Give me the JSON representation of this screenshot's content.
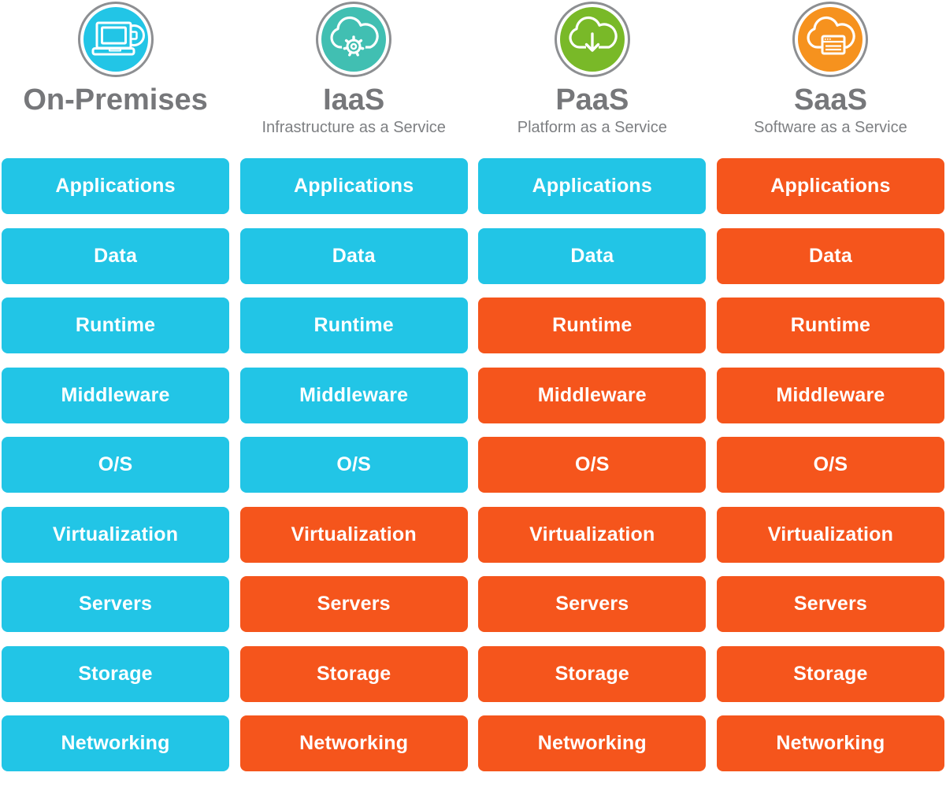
{
  "palette": {
    "managed": "#22C5E6",
    "provider": "#F5551C",
    "title_gray": "#76777A",
    "subtitle_gray": "#7D7F82",
    "ring_gray": "#8D8F92"
  },
  "rows": [
    "Applications",
    "Data",
    "Runtime",
    "Middleware",
    "O/S",
    "Virtualization",
    "Servers",
    "Storage",
    "Networking"
  ],
  "columns": [
    {
      "title": "On-Premises",
      "subtitle": "",
      "icon": "laptop-icon",
      "icon_color": "#22C5E6",
      "managed_rows": 9
    },
    {
      "title": "IaaS",
      "subtitle": "Infrastructure as a Service",
      "icon": "cloud-gear-icon",
      "icon_color": "#41BFB2",
      "managed_rows": 5
    },
    {
      "title": "PaaS",
      "subtitle": "Platform as a Service",
      "icon": "cloud-download-icon",
      "icon_color": "#79B928",
      "managed_rows": 2
    },
    {
      "title": "SaaS",
      "subtitle": "Software as a Service",
      "icon": "cloud-window-icon",
      "icon_color": "#F6921E",
      "managed_rows": 0
    }
  ]
}
